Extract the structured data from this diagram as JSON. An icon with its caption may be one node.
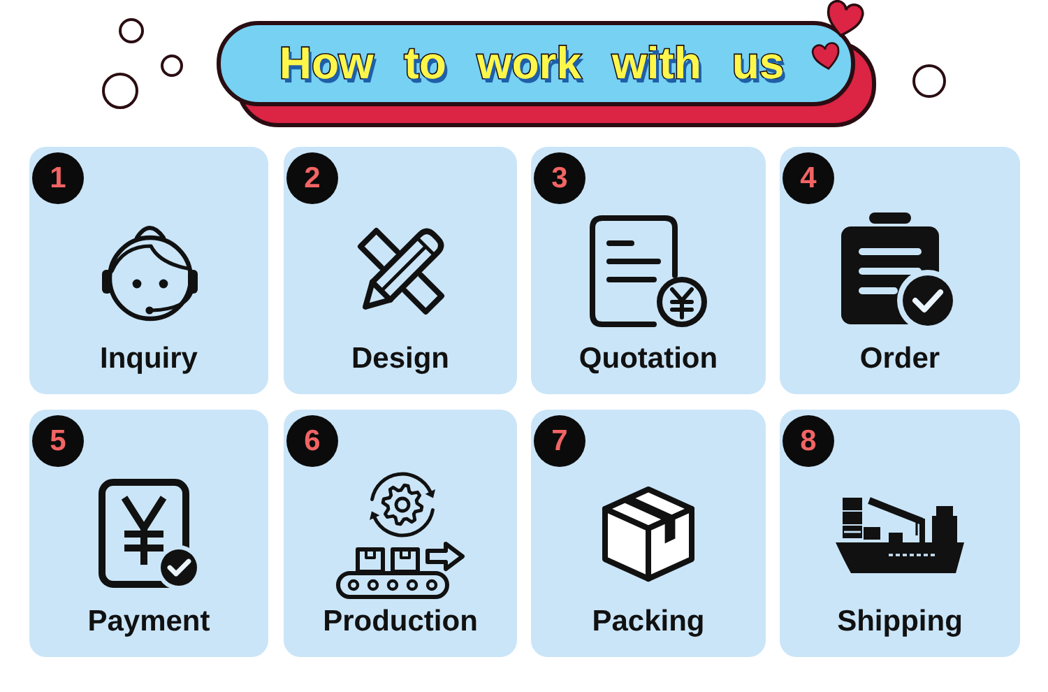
{
  "diagram": {
    "title": "How to work with us",
    "nodes": [
      {
        "text": [
          "1",
          "Inquiry"
        ]
      },
      {
        "text": [
          "2",
          "Design"
        ]
      },
      {
        "text": [
          "3",
          "Quotation"
        ]
      },
      {
        "text": [
          "4",
          "Order"
        ]
      },
      {
        "text": [
          "5",
          "Payment"
        ]
      },
      {
        "text": [
          "6",
          "Production"
        ]
      },
      {
        "text": [
          "7",
          "Packing"
        ]
      },
      {
        "text": [
          "8",
          "Shipping"
        ]
      }
    ]
  }
}
